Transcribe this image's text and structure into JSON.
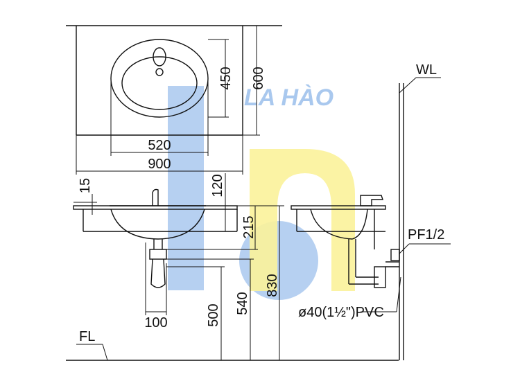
{
  "watermark": {
    "text": "LA HÀO",
    "blue": "#a9c8ee",
    "yellow": "#fbf29a"
  },
  "plan_view": {
    "dim_450": "450",
    "dim_600": "600",
    "dim_520": "520",
    "dim_900": "900"
  },
  "front_view": {
    "dim_15": "15",
    "dim_120": "120",
    "dim_215": "215",
    "dim_100": "100",
    "dim_500": "500",
    "dim_540": "540",
    "dim_830": "830",
    "floor_label": "FL"
  },
  "side_view": {
    "wall_label": "WL",
    "pipe_label": "ø40(1½\")PVC",
    "fitting_label": "PF1/2"
  }
}
